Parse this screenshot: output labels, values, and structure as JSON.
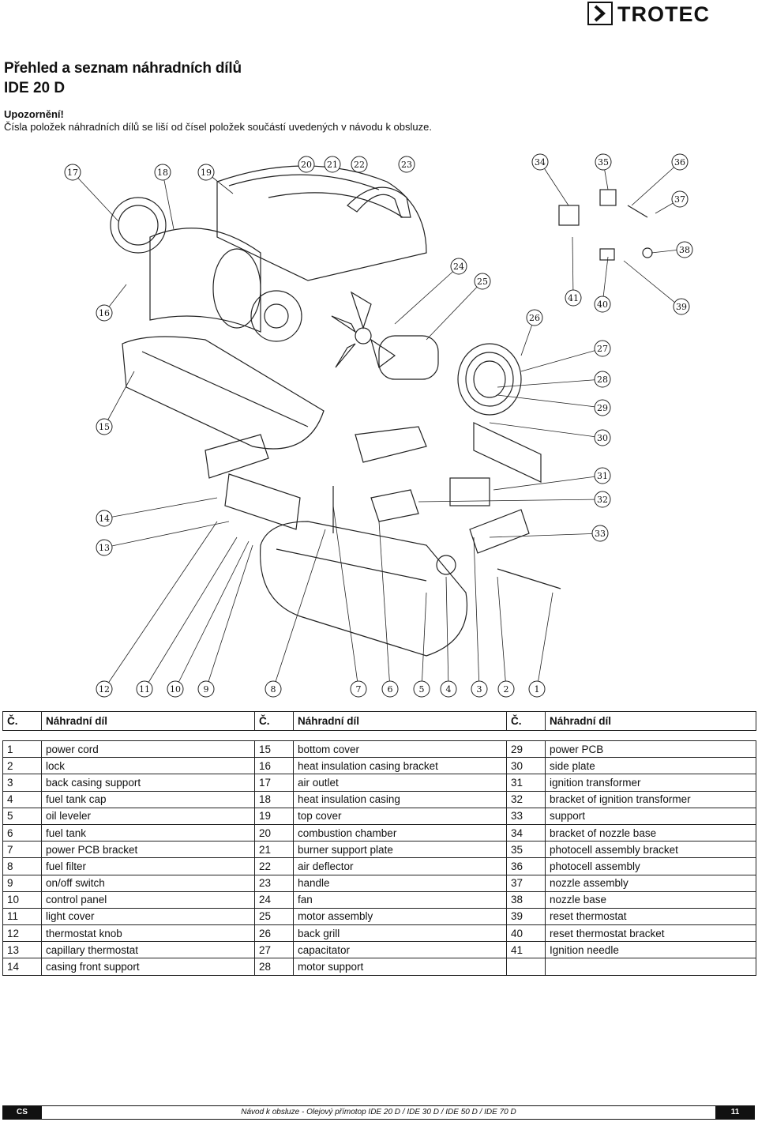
{
  "header": {
    "brand": "TROTEC"
  },
  "title": {
    "line1": "Přehled a seznam náhradních dílů",
    "line2": "IDE 20 D"
  },
  "warning": {
    "heading": "Upozornění!",
    "text": "Čísla položek náhradních dílů se liší od čísel položek součástí uvedených v návodu k obsluze."
  },
  "diagram": {
    "callouts": [
      "1",
      "2",
      "3",
      "4",
      "5",
      "6",
      "7",
      "8",
      "9",
      "10",
      "11",
      "12",
      "13",
      "14",
      "15",
      "16",
      "17",
      "18",
      "19",
      "20",
      "21",
      "22",
      "23",
      "24",
      "25",
      "26",
      "27",
      "28",
      "29",
      "30",
      "31",
      "32",
      "33",
      "34",
      "35",
      "36",
      "37",
      "38",
      "39",
      "40",
      "41"
    ]
  },
  "table": {
    "headers": [
      {
        "num": "Č.",
        "name": "Náhradní díl"
      },
      {
        "num": "Č.",
        "name": "Náhradní díl"
      },
      {
        "num": "Č.",
        "name": "Náhradní díl"
      }
    ],
    "rows": [
      [
        [
          "1",
          "power cord"
        ],
        [
          "15",
          "bottom cover"
        ],
        [
          "29",
          "power PCB"
        ]
      ],
      [
        [
          "2",
          "lock"
        ],
        [
          "16",
          "heat insulation casing bracket"
        ],
        [
          "30",
          "side plate"
        ]
      ],
      [
        [
          "3",
          "back casing support"
        ],
        [
          "17",
          "air outlet"
        ],
        [
          "31",
          "ignition transformer"
        ]
      ],
      [
        [
          "4",
          "fuel tank cap"
        ],
        [
          "18",
          "heat insulation casing"
        ],
        [
          "32",
          "bracket of ignition transformer"
        ]
      ],
      [
        [
          "5",
          "oil leveler"
        ],
        [
          "19",
          "top cover"
        ],
        [
          "33",
          "support"
        ]
      ],
      [
        [
          "6",
          "fuel tank"
        ],
        [
          "20",
          "combustion chamber"
        ],
        [
          "34",
          "bracket of nozzle base"
        ]
      ],
      [
        [
          "7",
          "power PCB bracket"
        ],
        [
          "21",
          "burner support plate"
        ],
        [
          "35",
          "photocell assembly bracket"
        ]
      ],
      [
        [
          "8",
          "fuel filter"
        ],
        [
          "22",
          "air deflector"
        ],
        [
          "36",
          "photocell assembly"
        ]
      ],
      [
        [
          "9",
          "on/off switch"
        ],
        [
          "23",
          "handle"
        ],
        [
          "37",
          "nozzle assembly"
        ]
      ],
      [
        [
          "10",
          "control panel"
        ],
        [
          "24",
          "fan"
        ],
        [
          "38",
          "nozzle base"
        ]
      ],
      [
        [
          "11",
          "light cover"
        ],
        [
          "25",
          "motor assembly"
        ],
        [
          "39",
          "reset thermostat"
        ]
      ],
      [
        [
          "12",
          "thermostat knob"
        ],
        [
          "26",
          "back grill"
        ],
        [
          "40",
          "reset thermostat bracket"
        ]
      ],
      [
        [
          "13",
          "capillary thermostat"
        ],
        [
          "27",
          "capacitator"
        ],
        [
          "41",
          "Ignition needle"
        ]
      ],
      [
        [
          "14",
          "casing front support"
        ],
        [
          "28",
          "motor support"
        ],
        [
          "",
          ""
        ]
      ]
    ]
  },
  "footer": {
    "lang": "CS",
    "doc": "Návod k obsluze - Olejový přímotop IDE 20 D / IDE 30 D / IDE 50 D / IDE 70 D",
    "page": "11"
  }
}
